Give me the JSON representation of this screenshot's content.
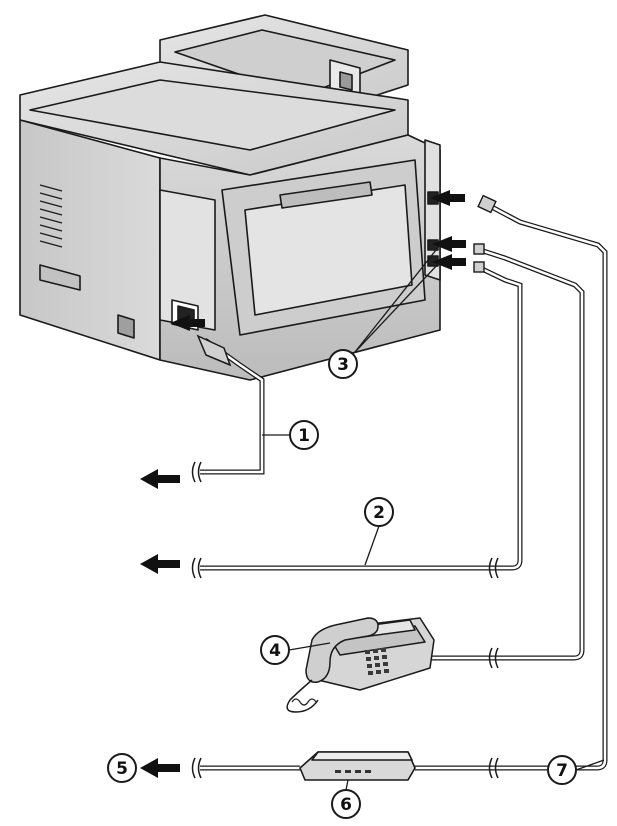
{
  "callouts": [
    {
      "id": "1",
      "text": "1"
    },
    {
      "id": "2",
      "text": "2"
    },
    {
      "id": "3",
      "text": "3"
    },
    {
      "id": "4",
      "text": "4"
    },
    {
      "id": "5",
      "text": "5"
    },
    {
      "id": "6",
      "text": "6"
    },
    {
      "id": "7",
      "text": "7"
    }
  ],
  "colors": {
    "line": "#1a1a1a",
    "body_fill": "#d6d6d6",
    "body_dark": "#b8b8b8",
    "background": "#ffffff"
  }
}
